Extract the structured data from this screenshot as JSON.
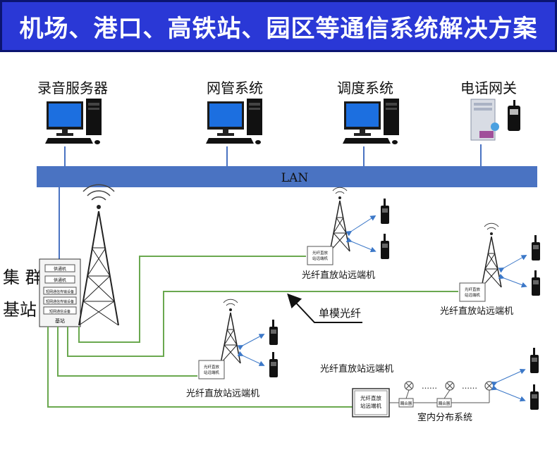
{
  "header": {
    "title": "机场、港口、高铁站、园区等通信系统解决方案",
    "background": "#2a38d6",
    "border": "#0b1470"
  },
  "top_systems": [
    {
      "label": "录音服务器",
      "icon": "desktop-computer-icon"
    },
    {
      "label": "网管系统",
      "icon": "desktop-computer-icon"
    },
    {
      "label": "调度系统",
      "icon": "desktop-computer-icon"
    },
    {
      "label": "电话网关",
      "icon": "server-phone-gateway-icon"
    }
  ],
  "lan": {
    "label": "LAN",
    "color": "#4a73c2"
  },
  "base_station": {
    "label_line1": "集 群",
    "label_line2": "基站",
    "rack_units": [
      "供通机",
      "供通机",
      "短网通信传输设备",
      "短网通信传输设备",
      "短网通信设备",
      "基站"
    ]
  },
  "fiber": {
    "label": "单模光纤",
    "color": "#6aa84f"
  },
  "remotes": {
    "label": "光纤直放站远端机",
    "box_text_1": "光纤直放",
    "box_text_2": "站远端机"
  },
  "indoor": {
    "label": "室内分布系统",
    "coupler": "耦合器",
    "dots": "……"
  },
  "colors": {
    "link": "#4a73c2",
    "fiber": "#6aa84f",
    "wireless": "#3c78c8"
  }
}
